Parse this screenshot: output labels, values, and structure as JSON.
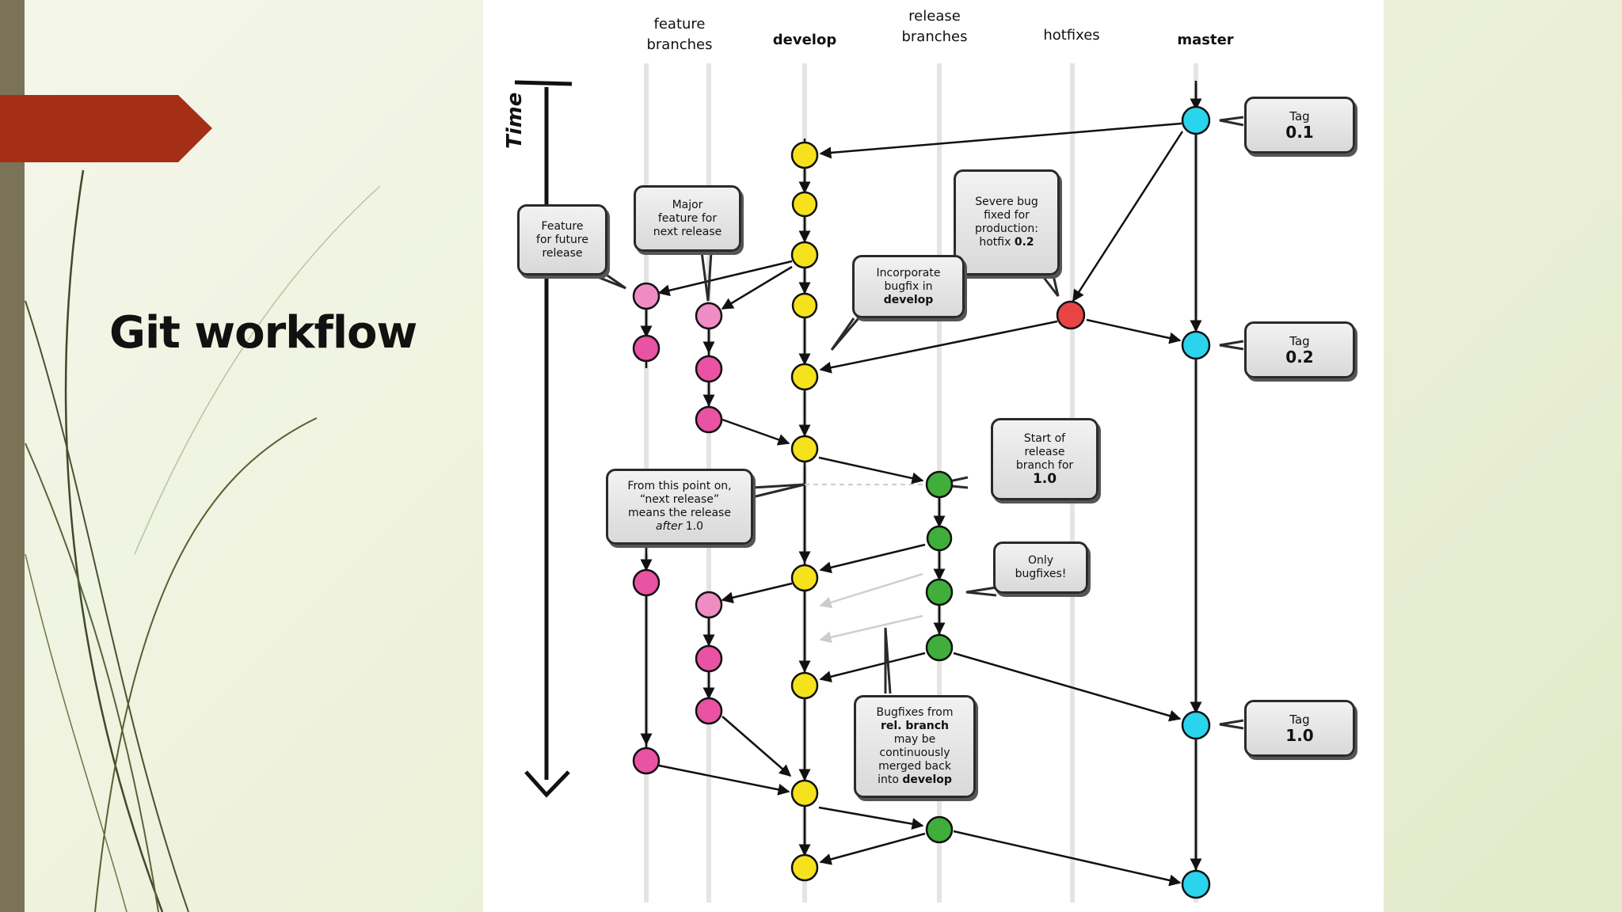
{
  "slide": {
    "title": "Git workflow"
  },
  "diagram": {
    "time_label": "Time",
    "lanes": {
      "feature": "feature\nbranches",
      "develop": "develop",
      "release": "release\nbranches",
      "hotfixes": "hotfixes",
      "master": "master"
    },
    "tags": [
      {
        "word": "Tag",
        "version": "0.1"
      },
      {
        "word": "Tag",
        "version": "0.2"
      },
      {
        "word": "Tag",
        "version": "1.0"
      }
    ],
    "callouts": {
      "feature_future": [
        "Feature",
        "for future",
        "release"
      ],
      "major_feature": [
        "Major",
        "feature for",
        "next release"
      ],
      "severe_bug": [
        "Severe bug",
        "fixed for",
        "production:",
        "hotfix ",
        "0.2"
      ],
      "incorporate": [
        "Incorporate",
        "bugfix in",
        "develop"
      ],
      "start_release": [
        "Start of",
        "release",
        "branch for",
        "1.0"
      ],
      "next_release": [
        "From this point on,",
        "“next release”",
        "means the release",
        "after",
        " 1.0"
      ],
      "only_bugfixes": [
        "Only",
        "bugfixes!"
      ],
      "bugfixes_from": [
        "Bugfixes from",
        "rel. branch",
        "may be",
        "continuously",
        "merged back",
        "into ",
        "develop"
      ]
    },
    "colors": {
      "develop": "#f5e21c",
      "feature": "#ea52a4",
      "feature_light": "#f08cc4",
      "release": "#3fae3a",
      "hotfix": "#e94444",
      "master": "#2ad4ec"
    }
  }
}
